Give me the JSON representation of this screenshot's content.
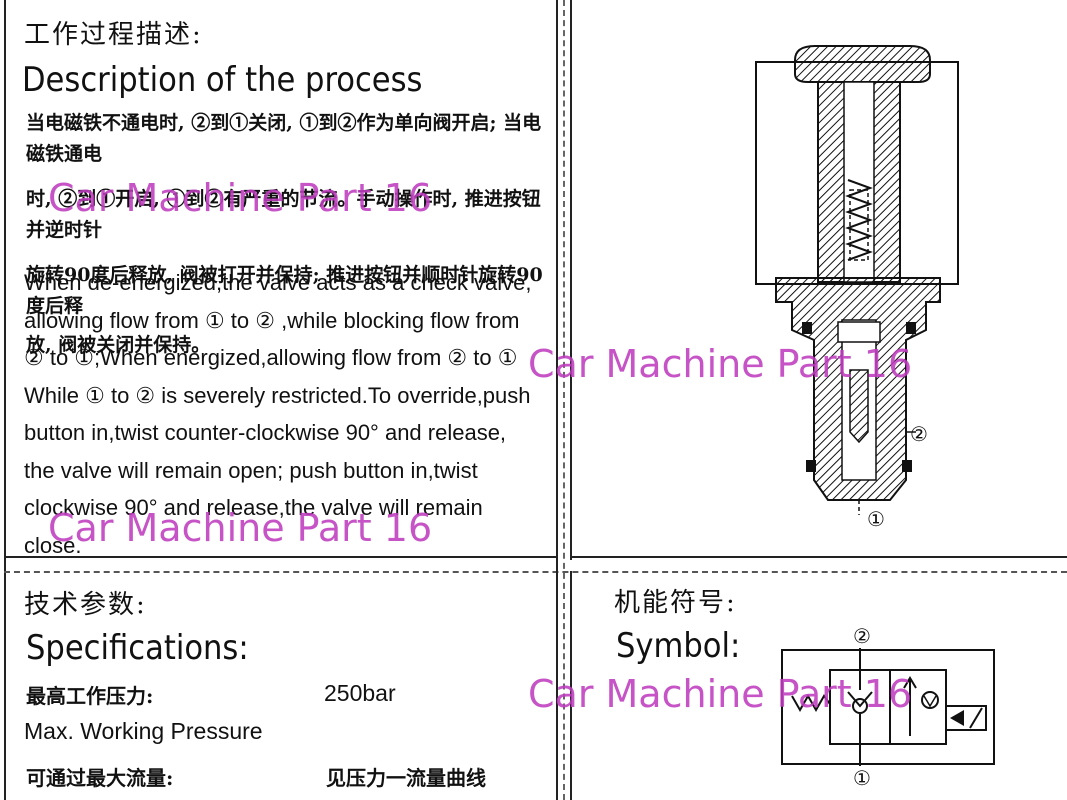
{
  "process": {
    "title_zh": "工作过程描述:",
    "title_en": "Description of the process",
    "desc_zh": [
      "当电磁铁不通电时, ②到①关闭, ①到②作为单向阀开启; 当电磁铁通电",
      "时, ②到①开启, ①到②有严重的节流。手动操作时, 推进按钮并逆时针",
      "旋转90度后释放, 阀被打开并保持; 推进按钮并顺时针旋转90度后释",
      "放, 阀被关闭并保持。"
    ],
    "desc_en": [
      "When de-energized,the valve acts as a check valve,",
      "allowing flow from ① to ② ,while blocking flow from",
      "② to ①;When energized,allowing flow from ② to ①",
      "While ① to ② is severely restricted.To override,push",
      "button in,twist counter-clockwise 90° and release,",
      "the valve will remain open; push button in,twist",
      "clockwise  90° and release,the valve will remain",
      "close."
    ]
  },
  "drawing": {
    "port_1": "①",
    "port_2": "②"
  },
  "specs": {
    "title_zh": "技术参数:",
    "title_en": "Specifications:",
    "rows": [
      {
        "label_zh": "最高工作压力:",
        "label_en": "Max. Working Pressure",
        "value": "250bar"
      },
      {
        "label_zh": "可通过最大流量:",
        "value": "见压力一流量曲线"
      }
    ]
  },
  "symbol": {
    "title_zh": "机能符号:",
    "title_en": "Symbol:",
    "port_1": "①",
    "port_2": "②"
  },
  "watermark": {
    "text": "Car Machine Part 16",
    "color": "#c03cc0"
  }
}
